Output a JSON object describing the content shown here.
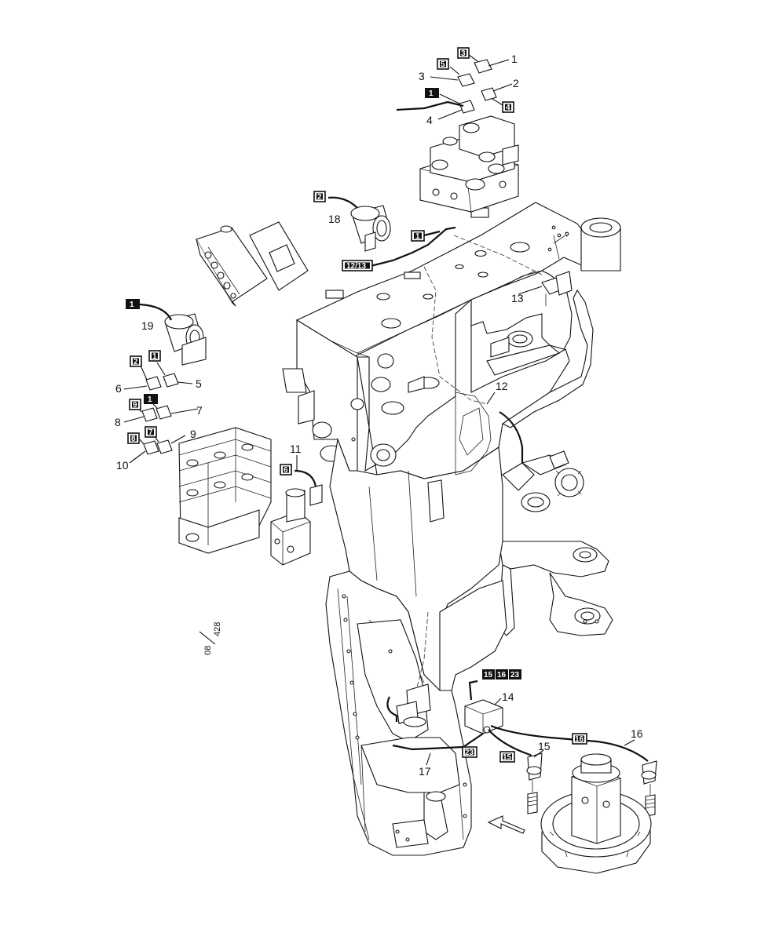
{
  "diagram": {
    "side_code": {
      "top": "08",
      "bottom": "428"
    },
    "callouts": [
      "1",
      "2",
      "3",
      "4",
      "5",
      "6",
      "7",
      "8",
      "9",
      "10",
      "11",
      "12",
      "13",
      "14",
      "15",
      "16",
      "17",
      "18",
      "19"
    ],
    "boxed_labels": [
      "3",
      "5",
      "1",
      "4",
      "1",
      "2",
      "1",
      "9",
      "1",
      "8",
      "7",
      "6",
      "1",
      "2",
      "12/13",
      "1",
      "15",
      "16",
      "23",
      "23",
      "15",
      "16"
    ]
  }
}
